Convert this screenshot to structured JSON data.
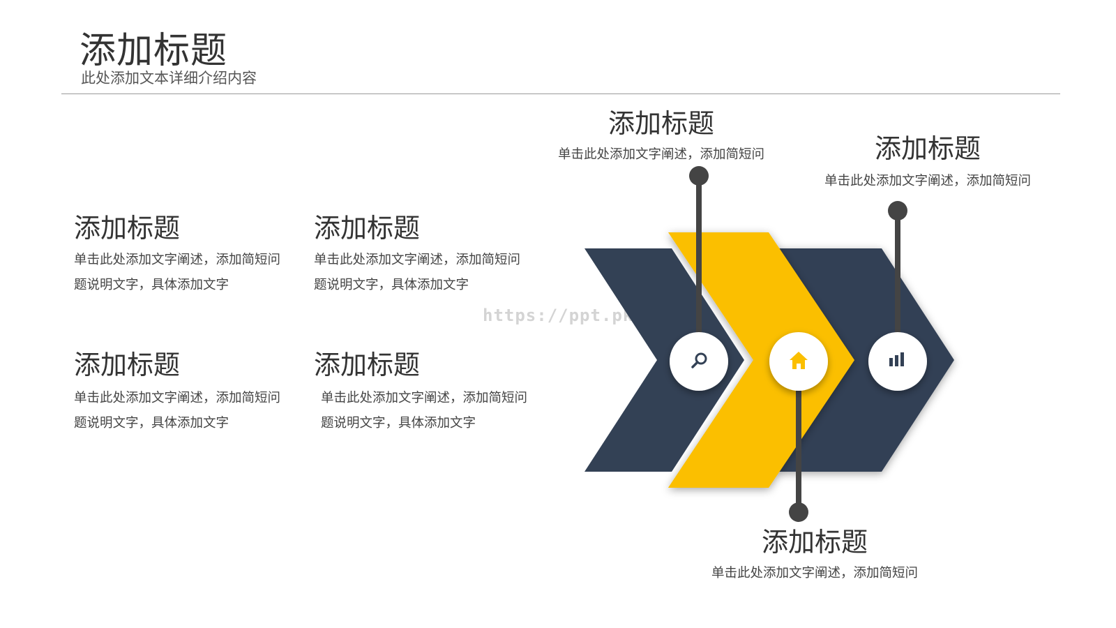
{
  "header": {
    "title": "添加标题",
    "subtitle": "此处添加文本详细介绍内容"
  },
  "left_blocks": [
    {
      "title": "添加标题",
      "line1": "单击此处添加文字阐述，添加简短问",
      "line2": "题说明文字，具体添加文字"
    },
    {
      "title": "添加标题",
      "line1": "单击此处添加文字阐述，添加简短问",
      "line2": "题说明文字，具体添加文字"
    },
    {
      "title": "添加标题",
      "line1": "单击此处添加文字阐述，添加简短问",
      "line2": "题说明文字，具体添加文字"
    },
    {
      "title": "添加标题",
      "line1": "单击此处添加文字阐述，添加简短问",
      "line2": "题说明文字，具体添加文字"
    }
  ],
  "callouts": [
    {
      "title": "添加标题",
      "body": "单击此处添加文字阐述，添加简短问"
    },
    {
      "title": "添加标题",
      "body": "单击此处添加文字阐述，添加简短问"
    },
    {
      "title": "添加标题",
      "body": "单击此处添加文字阐述，添加简短问"
    }
  ],
  "watermark": "https://ppt.pkll.de",
  "diagram": {
    "icons": [
      "search-icon",
      "home-icon",
      "bar-chart-icon"
    ]
  },
  "colors": {
    "dark_chevron": "#334155",
    "accent_chevron": "#fbbf00",
    "pin": "#444444",
    "text": "#333333"
  }
}
